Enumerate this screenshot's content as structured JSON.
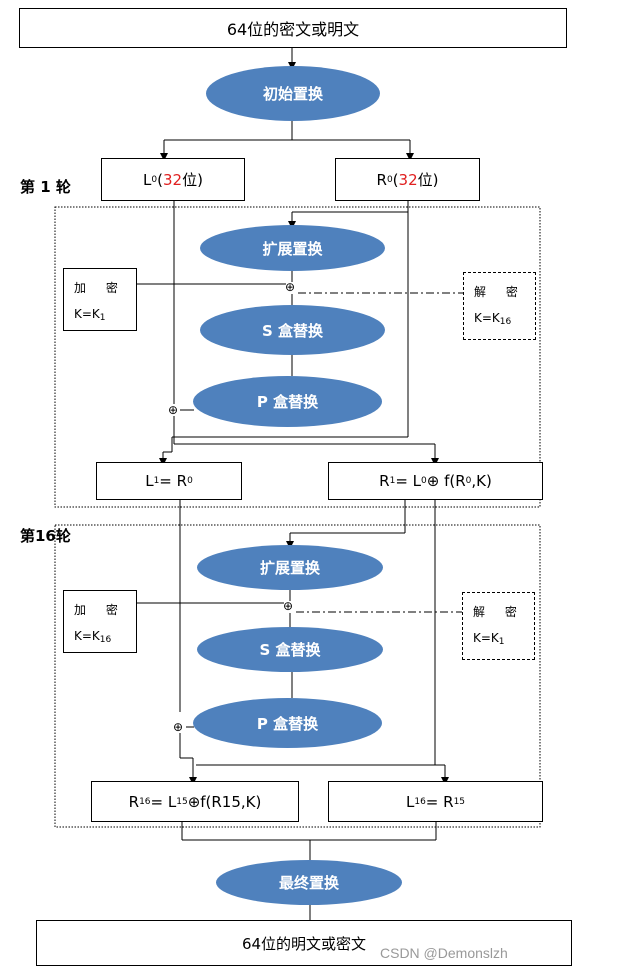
{
  "top_box": "64位的密文或明文",
  "initial_permutation": "初始置换",
  "round1_label": "第 1 轮",
  "round16_label": "第16轮",
  "l0_box": {
    "a": "L",
    "sub": "0",
    "b": "(",
    "red": "32",
    "c": "位)"
  },
  "r0_box": {
    "a": "R",
    "sub": "0",
    "b": "(",
    "red": "32",
    "c": "位)"
  },
  "expansion": "扩展置换",
  "sbox": "S 盒替换",
  "pbox": "P 盒替换",
  "enc1": {
    "title": "加 密",
    "key": "K=K",
    "sub": "1"
  },
  "dec1": {
    "title": "解 密",
    "key": "K=K",
    "sub": "16"
  },
  "enc16": {
    "title": "加 密",
    "key": "K=K",
    "sub": "16"
  },
  "dec16": {
    "title": "解 密",
    "key": "K=K",
    "sub": "1"
  },
  "l1_box": {
    "a": "L",
    "sub": "1",
    "b": " = R",
    "sub2": "0"
  },
  "r1_box": {
    "a": "R",
    "sub": "1",
    "b": " = L",
    "sub2": "0",
    "c": " ⊕  f(R",
    "sub3": "0",
    "d": ",K)"
  },
  "r16_box": {
    "a": "R",
    "sub": "16",
    "b": " = L",
    "sub2": "15",
    "c": "⊕f(R15,K)"
  },
  "l16_box": {
    "a": "L",
    "sub": "16",
    "b": " = R",
    "sub2": "15"
  },
  "final_permutation": "最终置换",
  "bottom_box": "64位的明文或密文",
  "xor_symbol": "⊕",
  "watermark": "CSDN @Demonslzh"
}
